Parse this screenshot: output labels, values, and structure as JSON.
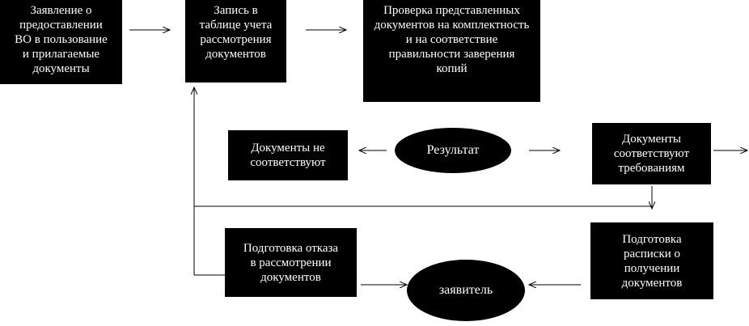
{
  "nodes": {
    "application": "Заявление о\nпредоставлении\nВО в пользование\nи прилагаемые\nдокументы",
    "registration": "Запись в\nтаблице учета\nрассмотрения\nдокументов",
    "verification": "Проверка представленных\nдокументов на комплектность\nи на соответствие\nправильности заверения\nкопий",
    "result": "Результат",
    "not_compliant": "Документы не\nсоответствуют",
    "compliant": "Документы\nсоответствуют\nтребованиям",
    "refusal": "Подготовка отказа\nв рассмотрении\nдокументов",
    "receipt": "Подготовка\nрасписки о\nполучении\nдокументов",
    "applicant": "заявитель"
  },
  "colors": {
    "box_fill": "#000000",
    "box_text": "#ffffff",
    "line": "#000000"
  }
}
